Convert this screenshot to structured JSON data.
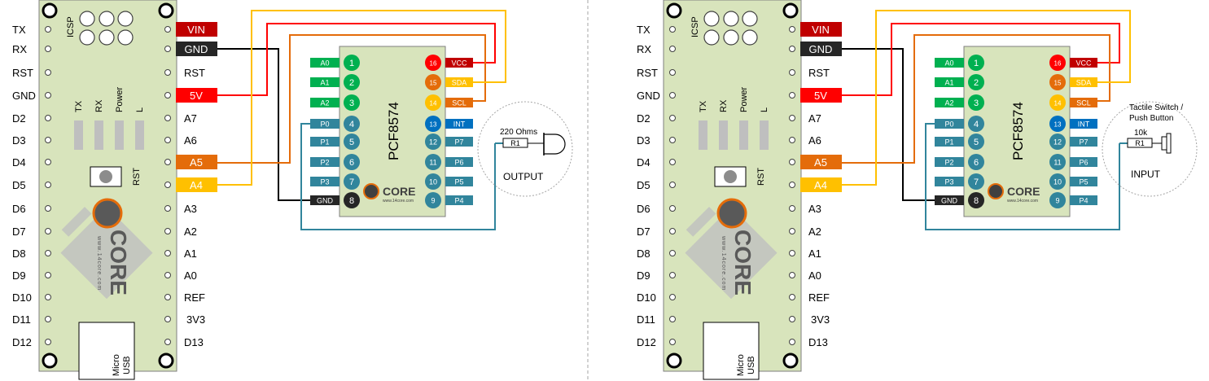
{
  "board": {
    "left_pins": [
      "TX",
      "RX",
      "RST",
      "GND",
      "D2",
      "D3",
      "D4",
      "D5",
      "D6",
      "D7",
      "D8",
      "D9",
      "D10",
      "D11",
      "D12"
    ],
    "right_pins": [
      "VIN",
      "GND",
      "RST",
      "5V",
      "A7",
      "A6",
      "A5",
      "A4",
      "A3",
      "A2",
      "A1",
      "A0",
      "REF",
      "3V3",
      "D13"
    ],
    "icsp": "ICSP",
    "leds": [
      "TX",
      "RX",
      "Power",
      "L"
    ],
    "rst_label": "RST",
    "usb": [
      "Micro",
      "USB"
    ],
    "logo_url": "www.14core.com",
    "logo_text": "CORE"
  },
  "chip": {
    "name": "PCF8574",
    "left_labels": [
      "A0",
      "A1",
      "A2",
      "P0",
      "P1",
      "P2",
      "P3",
      "GND"
    ],
    "left_numbers": [
      "1",
      "2",
      "3",
      "4",
      "5",
      "6",
      "7",
      "8"
    ],
    "right_labels": [
      "VCC",
      "SDA",
      "SCL",
      "INT",
      "P7",
      "P6",
      "P5",
      "P4"
    ],
    "right_numbers": [
      "16",
      "15",
      "14",
      "13",
      "12",
      "11",
      "10",
      "9"
    ],
    "logo": "CORE",
    "logo_small": "www.14core.com"
  },
  "left_circuit": {
    "resistor_value": "220 Ohms",
    "resistor_label": "R1",
    "caption": "OUTPUT"
  },
  "right_circuit": {
    "component_title": [
      "Tactile Switch /",
      "Push Button"
    ],
    "resistor_value": "10k",
    "resistor_label": "R1",
    "caption": "INPUT"
  },
  "colors": {
    "board": "#d8e4bc",
    "vin": "#c00000",
    "gnd": "#262626",
    "v5": "#ff0000",
    "a5": "#e46c0a",
    "a4": "#ffc000",
    "green": "#00b050",
    "teal": "#31859c",
    "blue": "#0070c0",
    "chip": "#d8e4bc"
  }
}
